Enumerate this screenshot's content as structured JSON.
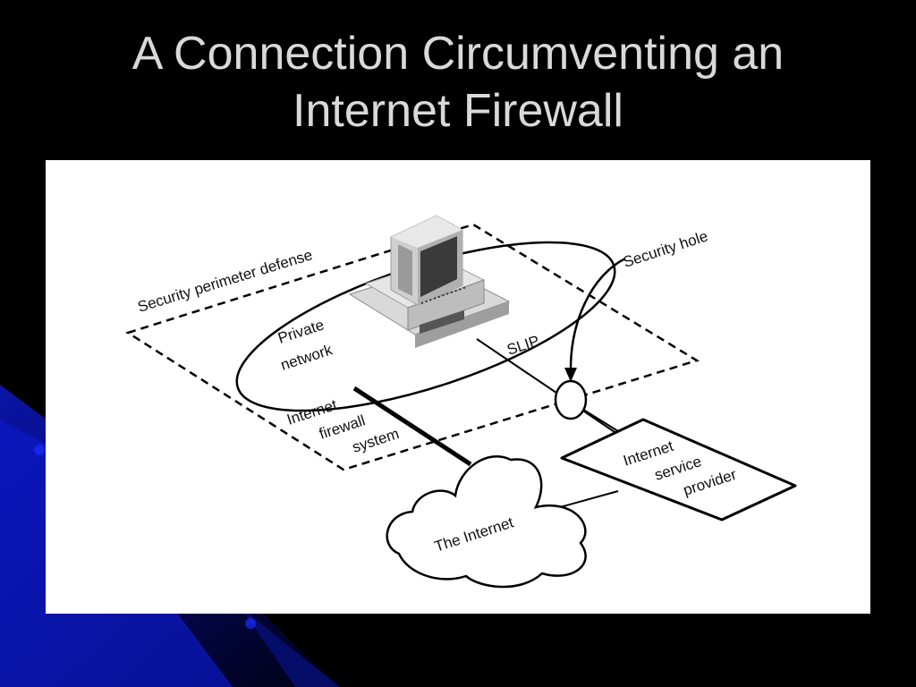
{
  "title": {
    "line1": "A Connection Circumventing an",
    "line2": "Internet Firewall"
  },
  "diagram": {
    "labels": {
      "security_perimeter": "Security perimeter defense",
      "private_network_1": "Private",
      "private_network_2": "network",
      "slip": "SLIP",
      "security_hole": "Security hole",
      "firewall_1": "Internet",
      "firewall_2": "firewall",
      "firewall_3": "system",
      "isp_1": "Internet",
      "isp_2": "service",
      "isp_3": "provider",
      "internet": "The Internet"
    }
  },
  "colors": {
    "background": "#000000",
    "title_text": "#d9d9d9",
    "panel": "#ffffff",
    "accent_blue": "#0a14a8"
  }
}
